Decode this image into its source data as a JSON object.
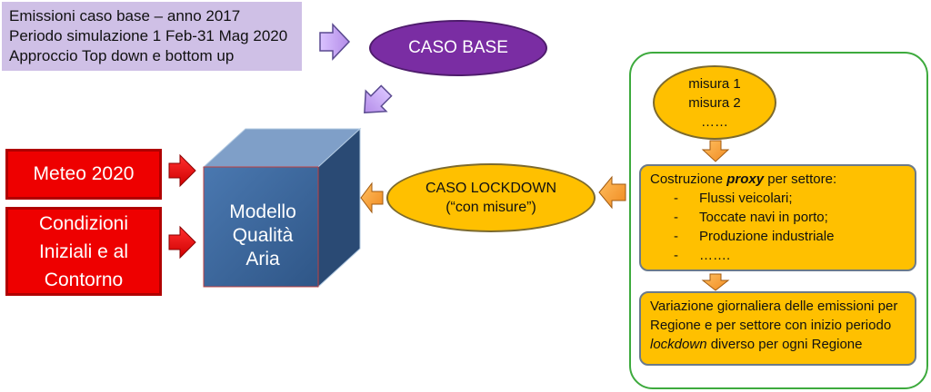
{
  "base_info": {
    "line1": "Emissioni caso base – anno 2017",
    "line2": "Periodo simulazione 1 Feb-31 Mag 2020",
    "line3": "Approccio Top down e bottom up"
  },
  "caso_base": {
    "label": "CASO BASE"
  },
  "inputs": {
    "meteo": "Meteo 2020",
    "condizioni_line1": "Condizioni",
    "condizioni_line2": "Iniziali e al",
    "condizioni_line3": "Contorno"
  },
  "model": {
    "line1": "Modello",
    "line2": "Qualità",
    "line3": "Aria"
  },
  "lockdown": {
    "line1": "CASO LOCKDOWN",
    "line2": "(“con misure”)"
  },
  "measures": {
    "items": [
      "misura 1",
      "misura 2",
      "……"
    ]
  },
  "proxy": {
    "title_prefix": "Costruzione ",
    "title_emph": "proxy",
    "title_suffix": " per settore:",
    "bullet": "-",
    "items": [
      "Flussi veicolari;",
      "Toccate navi in porto;",
      "Produzione industriale",
      "……."
    ]
  },
  "variazione": {
    "line1": "Variazione giornaliera delle emissioni per",
    "line2": "Regione e per settore con inizio periodo",
    "line3_emph": "lockdown",
    "line3_rest": " diverso per ogni Regione"
  },
  "colors": {
    "lilac": "#cfc0e6",
    "purple": "#7a2da3",
    "red": "#ee0000",
    "cube_front": "#3b6496",
    "gold": "#ffc000",
    "green_border": "#3daa3d",
    "arrow_lilac": "#c8a8f0",
    "arrow_orange": "#f59a3a"
  }
}
